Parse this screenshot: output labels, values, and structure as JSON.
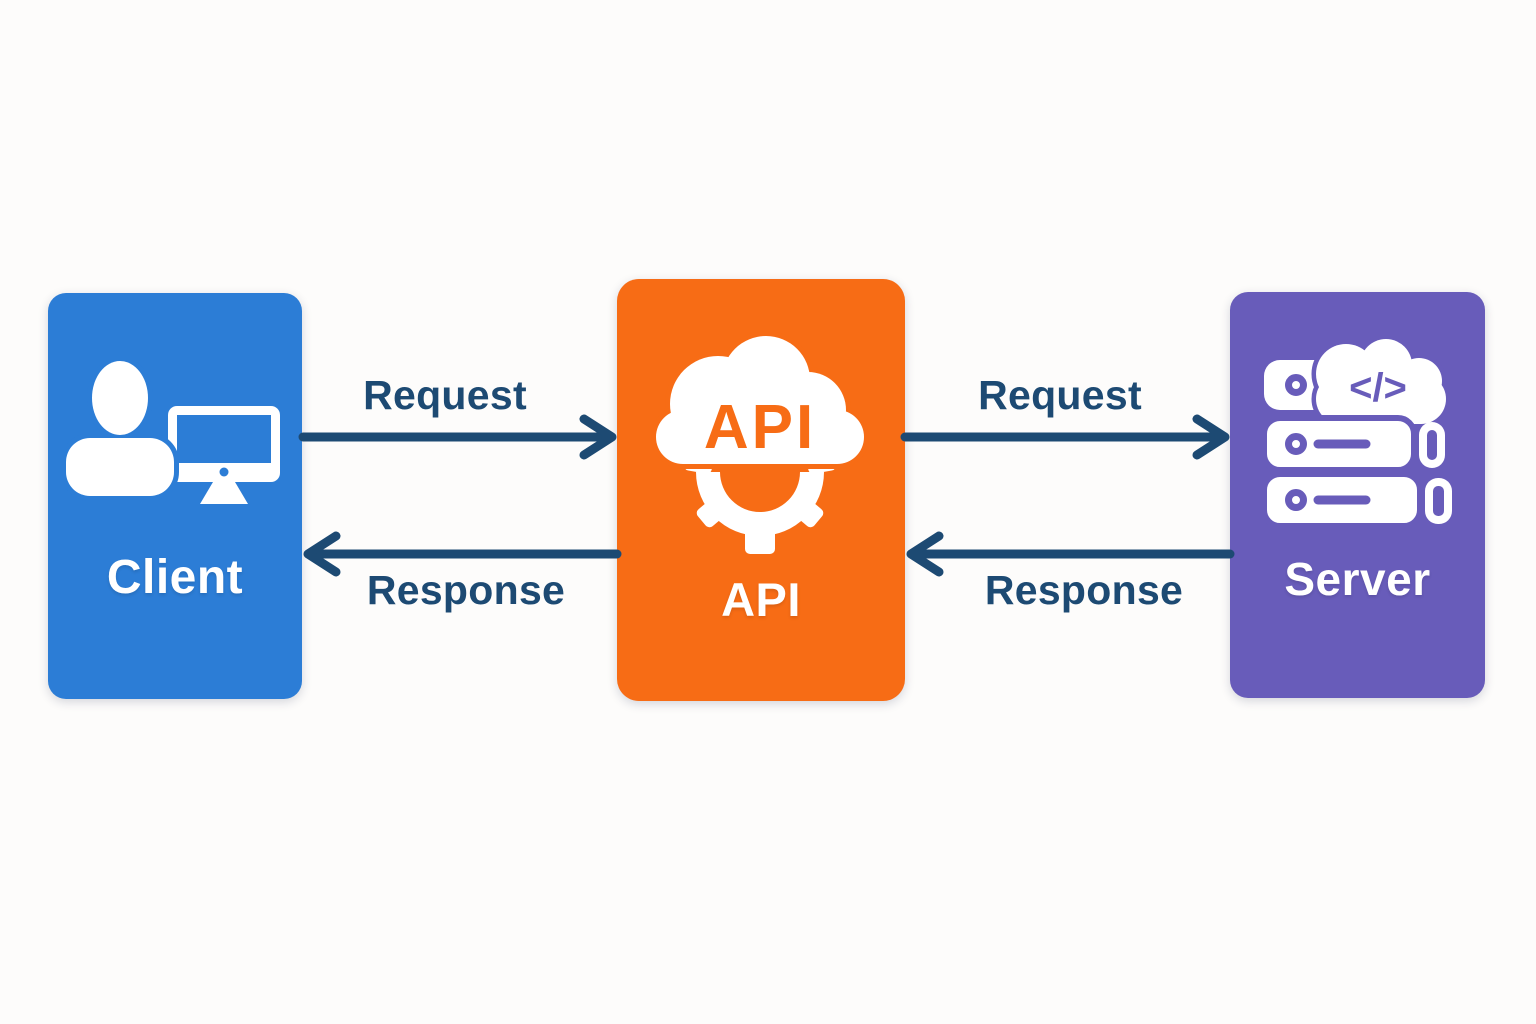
{
  "diagram_title": "",
  "nodes": {
    "client": {
      "label": "Client",
      "color": "#2c7dd6",
      "icon": "user-with-monitor-icon"
    },
    "api": {
      "label": "API",
      "color": "#f76c15",
      "icon": "api-cloud-gear-icon",
      "cloud_text": "API"
    },
    "server": {
      "label": "Server",
      "color": "#685cba",
      "icon": "server-stack-cloud-icon",
      "code_glyph": "</>"
    }
  },
  "flows": {
    "client_to_api": {
      "label": "Request",
      "direction": "right"
    },
    "api_to_client": {
      "label": "Response",
      "direction": "left"
    },
    "api_to_server": {
      "label": "Request",
      "direction": "right"
    },
    "server_to_api": {
      "label": "Response",
      "direction": "left"
    }
  },
  "colors": {
    "arrow": "#1d4a73",
    "flow_label": "#1d4a73",
    "background": "#fdfcfb",
    "client_box": "#2c7dd6",
    "api_box": "#f76c15",
    "server_box": "#685cba"
  }
}
